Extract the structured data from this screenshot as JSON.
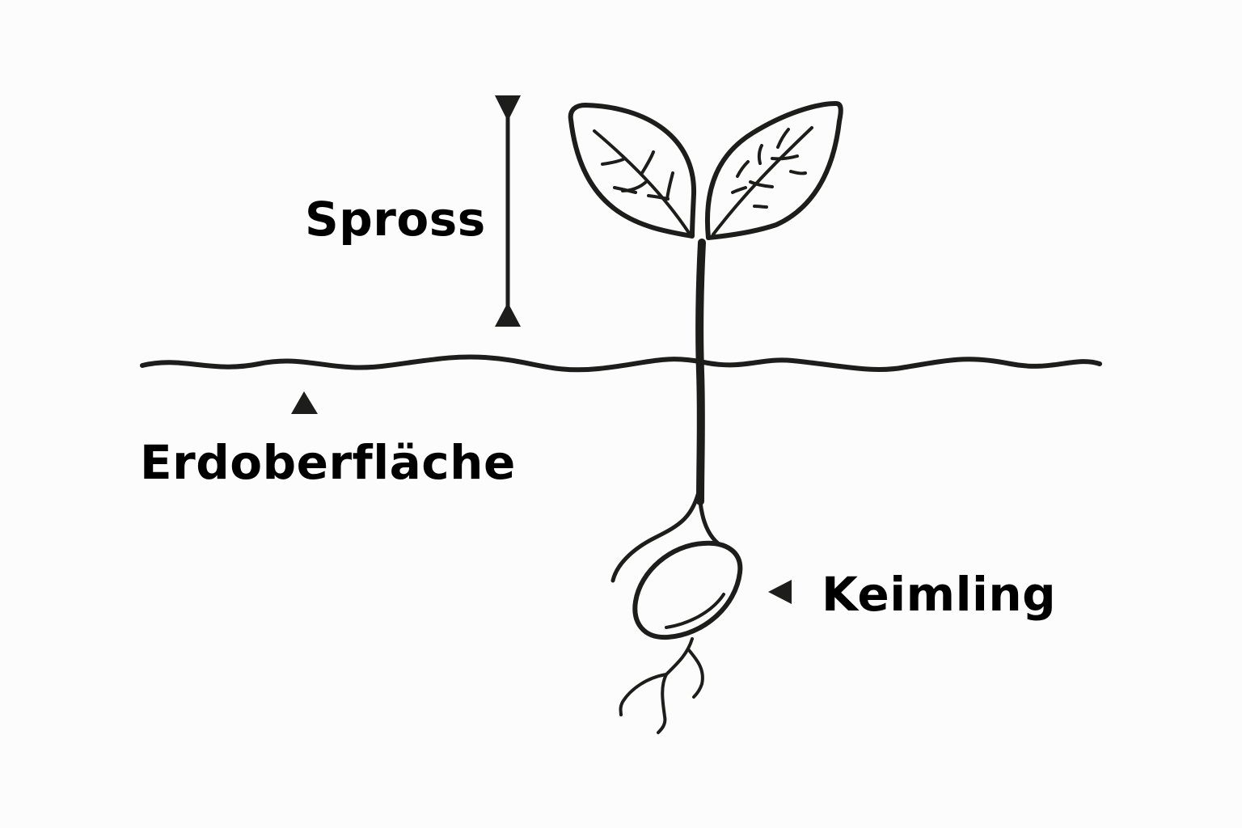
{
  "labels": {
    "shoot": "Spross",
    "soil_surface": "Erdoberfläche",
    "seedling": "Keimling"
  },
  "colors": {
    "ink": "#1d1d1b",
    "background": "#fdfcfc"
  },
  "icons": {
    "shoot_extent_marker": "vertical-dimension-line-with-triangle-ends",
    "soil_pointer": "triangle-up-icon",
    "seedling_pointer": "triangle-left-icon"
  }
}
